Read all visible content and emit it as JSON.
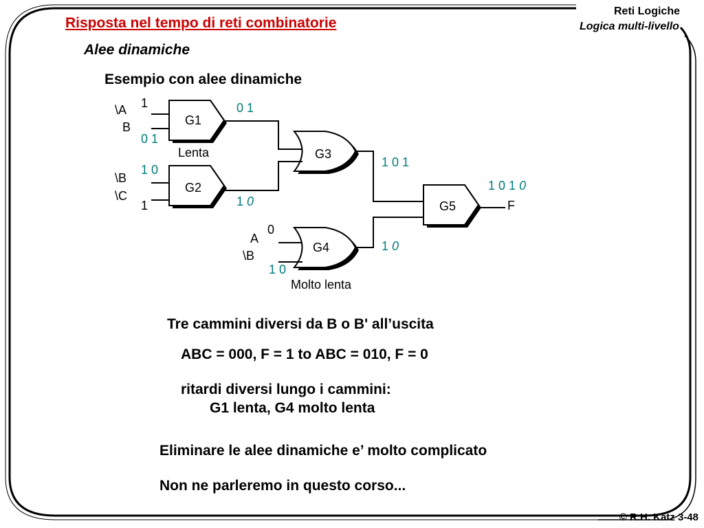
{
  "header": {
    "course": "Reti Logiche",
    "chapter": "Logica multi-livello",
    "copyright": "© R.H. Katz 3-48"
  },
  "slide": {
    "title": "Risposta nel tempo di reti combinatorie",
    "subtitle": "Alee dinamiche",
    "heading": "Esempio con alee dinamiche"
  },
  "diagram": {
    "gates": {
      "g1": "G1",
      "g2": "G2",
      "g3": "G3",
      "g4": "G4",
      "g5": "G5"
    },
    "inputs": {
      "g1_a": "\\A",
      "g1_b": "B",
      "g2_b": "\\B",
      "g2_c": "\\C",
      "g4_a": "A",
      "g4_b": "\\B"
    },
    "values": {
      "g1_in_a": "1",
      "g1_in_b": "0 1",
      "g1_out": "0 1",
      "g2_in_b": "1 0",
      "g2_in_c": "1",
      "g2_out_1": "1",
      "g2_out_2": "0",
      "g3_out": "1 0 1",
      "g4_in_a": "0",
      "g4_in_b": "1 0",
      "g4_out_1": "1",
      "g4_out_2": "0",
      "f_value_1": "1 0 1",
      "f_value_2": "0"
    },
    "output_label": "F",
    "annotations": {
      "g1_speed": "Lenta",
      "g4_speed": "Molto lenta"
    }
  },
  "body": {
    "line1": "Tre cammini diversi da B o B' all’uscita",
    "line2": "ABC = 000, F = 1 to ABC = 010, F = 0",
    "line3": "ritardi diversi lungo i cammini:",
    "line4": "G1 lenta, G4 molto lenta",
    "line5": "Eliminare le alee dinamiche e’ molto complicato",
    "line6": "Non ne parleremo in questo corso..."
  },
  "colors": {
    "title": "#cc0000",
    "values": "#007a7a"
  }
}
